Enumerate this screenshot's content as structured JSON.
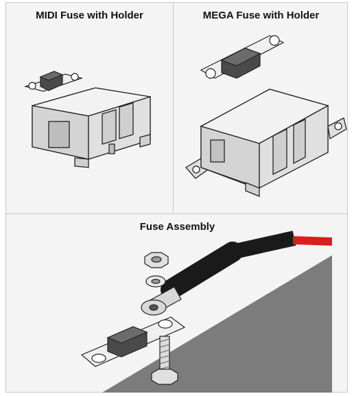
{
  "panels": {
    "midi": {
      "title": "MIDI Fuse with Holder"
    },
    "mega": {
      "title": "MEGA Fuse with Holder"
    },
    "assembly": {
      "title": "Fuse Assembly"
    }
  },
  "colors": {
    "panel_bg": "#f4f4f4",
    "border": "#c9c9c9",
    "fuse_body": "#4a4a4a",
    "holder": "#e6e6e6",
    "cable": "#1a1a1a",
    "cable_core": "#d81e1e",
    "plate": "#7c7c7c"
  }
}
